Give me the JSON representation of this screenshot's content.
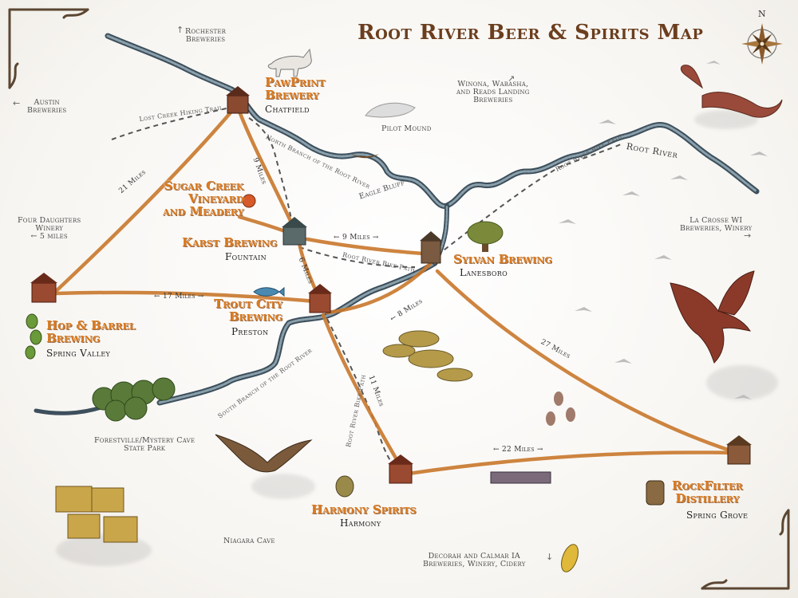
{
  "title": "Root River Beer & Spirits Map",
  "compass": {
    "label": "N"
  },
  "colors": {
    "route": "#c9782c",
    "river": "#3d4f5c",
    "river_light": "#8aa0ab",
    "title": "#6b3e1e",
    "brewery_label": "#d8781c"
  },
  "icons": [
    "compass-icon",
    "fox-icon",
    "dragon-icon",
    "bird-icon",
    "tree-icon",
    "apple-icon",
    "fish-icon",
    "hops-icon",
    "barrel-icon",
    "jug-icon",
    "corn-icon",
    "hay-bale-icon",
    "forest-icon",
    "hills-icon",
    "mound-icon",
    "boat-icon",
    "footprints-icon"
  ],
  "locations": [
    {
      "name": "PawPrint\nBrewery",
      "town": "Chatfield"
    },
    {
      "name": "Sugar Creek\nVineyard\nand Meadery",
      "town": ""
    },
    {
      "name": "Karst Brewing",
      "town": "Fountain"
    },
    {
      "name": "Sylvan Brewing",
      "town": "Lanesboro"
    },
    {
      "name": "Trout City\nBrewing",
      "town": "Preston"
    },
    {
      "name": "Hop & Barrel\nBrewing",
      "town": "Spring Valley"
    },
    {
      "name": "Harmony Spirits",
      "town": "Harmony"
    },
    {
      "name": "RockFilter\nDistillery",
      "town": "Spring Grove"
    }
  ],
  "offmap": {
    "rochester": "Rochester\nBreweries",
    "austin": "Austin\nBreweries",
    "four_daughters": "Four Daughters\nWinery\n← 5 miles",
    "winona": "Winona, Wabasha,\nand Reads Landing\nBreweries",
    "lacrosse": "La Crosse WI\nBreweries, Winery",
    "decorah": "Decorah and Calmar IA\nBreweries, Winery, Cidery"
  },
  "landmarks": {
    "pilot_mound": "Pilot Mound",
    "eagle_bluff": "Eagle Bluff",
    "forestville": "Forestville/Mystery Cave\nState Park",
    "niagara": "Niagara Cave"
  },
  "rivers": {
    "root_river": "Root River",
    "north_branch": "North Branch of the Root River",
    "south_branch": "South Branch of the Root River",
    "bike_path_1": "Root River Bike Path",
    "bike_path_2": "Root River Bike Path",
    "bike_path_3": "Root River Bike Path",
    "hiking_trail": "Lost Creek Hiking Trail"
  },
  "distances": {
    "d21": "21 Miles",
    "d9a": "9 Miles",
    "d9b": "← 9 Miles →",
    "d6": "6 Miles",
    "d17": "← 17 Miles →",
    "d8": "← 8 Miles",
    "d11": "11 Miles",
    "d27": "27 Miles",
    "d22": "← 22 Miles →"
  }
}
